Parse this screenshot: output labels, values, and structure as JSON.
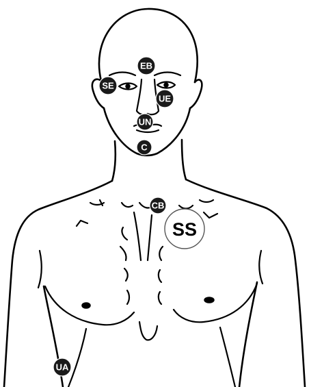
{
  "markers": [
    {
      "id": "eb",
      "label": "EB"
    },
    {
      "id": "se",
      "label": "SE"
    },
    {
      "id": "ue",
      "label": "UE"
    },
    {
      "id": "un",
      "label": "UN"
    },
    {
      "id": "c",
      "label": "C"
    },
    {
      "id": "cb",
      "label": "CB"
    },
    {
      "id": "ss",
      "label": "SS"
    },
    {
      "id": "ua",
      "label": "UA"
    }
  ],
  "colors": {
    "line": "#000000",
    "marker_fill": "#1a1a1a",
    "marker_text": "#ffffff",
    "highlight_ring": "#555555"
  }
}
